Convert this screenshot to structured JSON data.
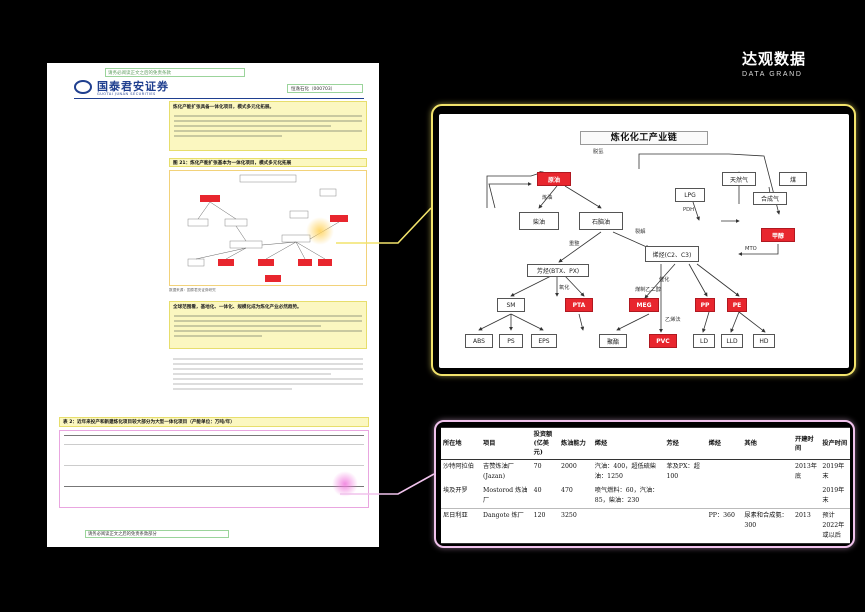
{
  "brand": {
    "cn": "达观数据",
    "en": "DATA GRAND"
  },
  "page": {
    "header_link": "请务必阅读正文之后的免责条款",
    "logo_cn": "国泰君安证券",
    "logo_en": "GUOTAI JUNAN SECURITIES",
    "company": "恒逸石化（000703）",
    "section1_title": "炼化产能扩张具备一体化项目，模式多元化拓展。",
    "figure_title": "图 21：炼化产能扩张基本为一体化项目，模式多元化拓展",
    "figure_note": "数据来源：国泰君安证券研究",
    "section2_title": "全球范围看，基地化、一体化、规模化成为炼化产业必然趋势。",
    "table_title": "表 2：近年来投产和新建炼化项目较大部分为大型一体化项目（产能单位：万吨/年）",
    "footer": "请务必阅读正文之后的免责条款部分"
  },
  "flowchart": {
    "title": "炼化化工产业链",
    "nodes": {
      "crude": "原油",
      "natgas": "天然气",
      "coal": "煤",
      "lpg": "LPG",
      "syngas": "合成气",
      "methanol": "甲醇",
      "diesel": "柴油",
      "naphtha": "石脑油",
      "olefins": "烯烃(C2、C3)",
      "aromatics": "芳烃(BTX、PX)",
      "sm": "SM",
      "pta": "PTA",
      "meg": "MEG",
      "pp": "PP",
      "pe": "PE",
      "abs": "ABS",
      "ps": "PS",
      "eps": "EPS",
      "polyester": "聚酯",
      "pvc": "PVC",
      "ld": "LD",
      "lld": "LLD",
      "hd": "HD"
    },
    "edges": {
      "dehydro": "脱氢",
      "mto": "MTO",
      "pdh": "PDH",
      "refine": "炼油",
      "reform": "重整",
      "crack": "裂解",
      "cracking2": "催化",
      "oxidation": "氧化",
      "ethylene_route": "乙烯法",
      "coal_route": "煤制乙二醇"
    }
  },
  "project_table": {
    "headers": [
      "所在地",
      "项目",
      "投资额(亿美元)",
      "炼油能力",
      "烯烃",
      "芳烃",
      "烯烃",
      "其他",
      "开建时间",
      "投产时间"
    ],
    "rows": [
      {
        "location": "沙特阿拉伯",
        "project": "吉赞炼油厂(Jazan)",
        "investment": "70",
        "capacity": "2000",
        "oil": "汽油：400，超低硫柴油：1250",
        "aromatics": "苯及PX：超100",
        "olefin": "",
        "other": "",
        "start": "2013年底",
        "prod": "2019年末"
      },
      {
        "location": "埃及开罗",
        "project": "Mostorod 炼油厂",
        "investment": "40",
        "capacity": "470",
        "oil": "喷气燃料：60，汽油：85，柴油：230",
        "aromatics": "",
        "olefin": "",
        "other": "",
        "start": "",
        "prod": "2019年末"
      },
      {
        "location": "尼日利亚",
        "project": "Dangote 炼厂",
        "investment": "120",
        "capacity": "3250",
        "oil": "",
        "aromatics": "",
        "olefin": "PP：360",
        "other": "尿素和合成氨：300",
        "start": "2013",
        "prod": "预计2022年或以后"
      }
    ]
  }
}
